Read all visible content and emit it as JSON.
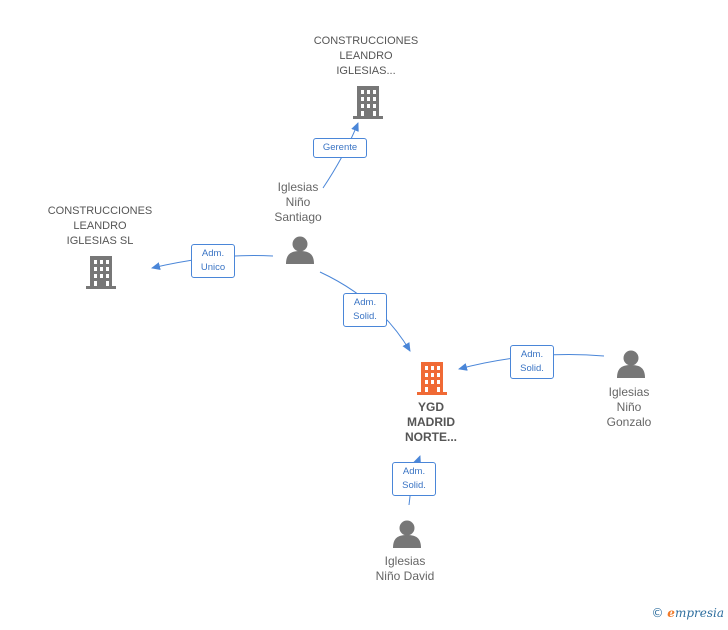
{
  "nodes": {
    "company_top": "CONSTRUCCIONES\nLEANDRO\nIGLESIAS...",
    "company_left": "CONSTRUCCIONES\nLEANDRO\nIGLESIAS  SL",
    "main_company": "YGD\nMADRID\nNORTE...",
    "person_santiago": "Iglesias\nNiño\nSantiago",
    "person_gonzalo": "Iglesias\nNiño\nGonzalo",
    "person_david": "Iglesias\nNiño David"
  },
  "edges": {
    "gerente": "Gerente",
    "adm_unico": "Adm.\nUnico",
    "adm_solid_santiago": "Adm.\nSolid.",
    "adm_solid_gonzalo": "Adm.\nSolid.",
    "adm_solid_david": "Adm.\nSolid."
  },
  "colors": {
    "edge": "#4a86d8",
    "icon_gray": "#777777",
    "main_company": "#f06a35"
  },
  "footer": {
    "copyright": "©",
    "brand_initial": "e",
    "brand_rest": "mpresia"
  }
}
